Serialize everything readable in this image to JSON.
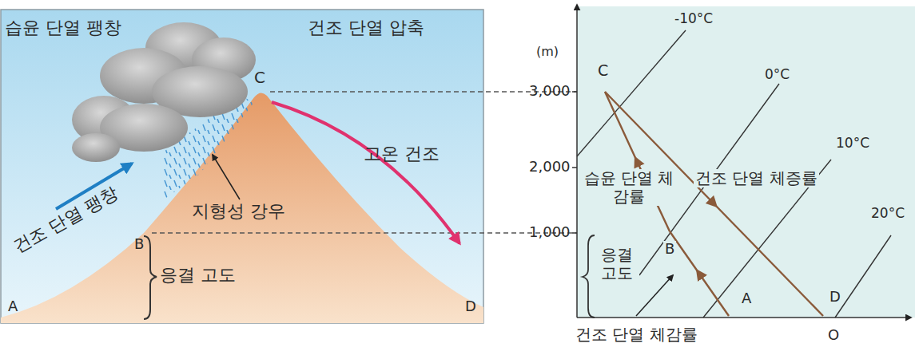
{
  "diagram": {
    "labels": [
      "습윤 단열 팽창",
      "C",
      "건조 단열 압축",
      "고온 건조",
      "지형성 강우",
      "건조 단열 팽창",
      "B",
      "응결 고도",
      "A",
      "D",
      "(m)",
      "-10°C",
      "C",
      "3,000",
      "0°C",
      "2,000",
      "10°C",
      "습윤 단열 체감률",
      "건조 단열 체증률",
      "B",
      "1,000",
      "20°C",
      "응결 고도",
      "A",
      "D",
      "건조 단열 체감률",
      "O"
    ]
  }
}
